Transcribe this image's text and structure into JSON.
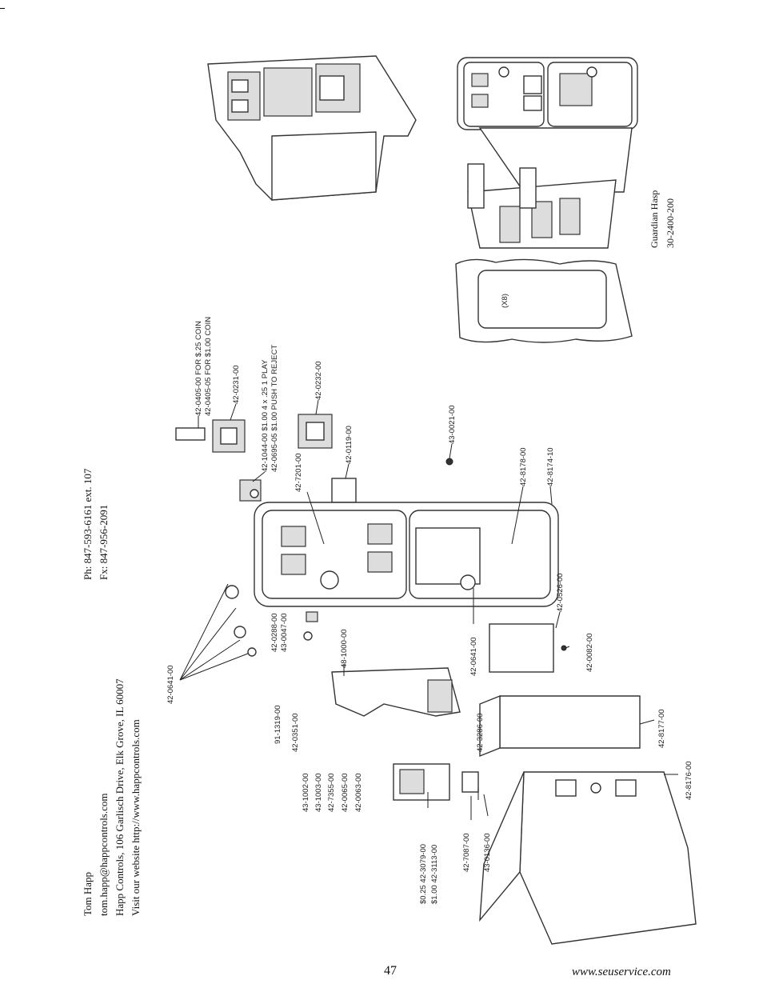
{
  "contact": {
    "left": [
      "Tom Happ",
      "tom.happ@happcontrols.com",
      "Happ Controls, 106 Garlisch Drive, Elk Grove, IL 60007",
      "Visit our website http://www.happcontrols.com"
    ],
    "right": [
      "Ph: 847-593-6161 ext. 107",
      "Fx: 847-956-2091",
      "",
      ""
    ]
  },
  "hasp": {
    "name": "Guardian Hasp",
    "part": "30-2400-200"
  },
  "callouts": [
    "42-0405-00 FOR $.25 COIN",
    "42-0405-05 FOR $1.00 COIN",
    "42-0231-00",
    "42-1044-00 $1.00 4 x .25 1 PLAY",
    "42-0695-05 $1.00 PUSH TO REJECT",
    "42-0232-00",
    "42-0119-00",
    "42-7201-00",
    "43-0021-00",
    "42-8178-00",
    "42-8174-10",
    "42-0641-00",
    "42-0288-00",
    "43-0047-00",
    "48-1000-00",
    "42-0641-00",
    "42-0526-00",
    "42-0082-00",
    "91-1319-00",
    "42-0351-00",
    "43-1002-00",
    "43-1003-00",
    "42-7355-00",
    "42-0065-00",
    "42-0063-00",
    "42-3286-00",
    "$0.25 42-3079-00",
    "$1.00 42-3113-00",
    "42-7087-00",
    "43-0136-00",
    "42-8177-00",
    "42-8176-00",
    "(X8)"
  ],
  "footer": {
    "page_number": "47",
    "url": "www.seuservice.com"
  }
}
